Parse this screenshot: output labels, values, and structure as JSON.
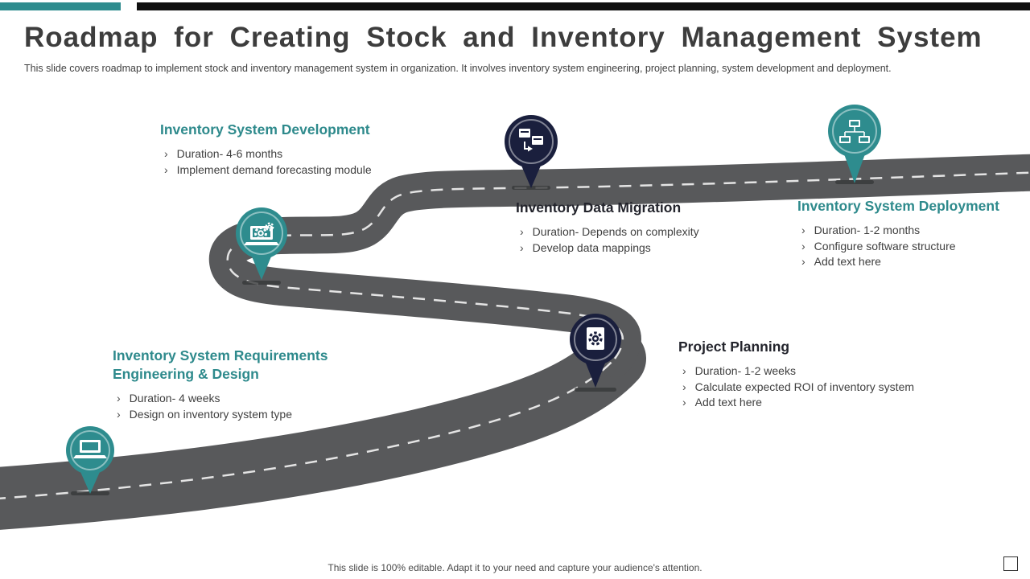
{
  "slide": {
    "title": "Roadmap for Creating Stock and Inventory Management System",
    "subtitle": "This slide covers roadmap to implement stock and inventory management system in organization. It involves inventory system engineering, project planning, system development and deployment.",
    "footer": "This slide is 100% editable. Adapt it to your need and capture your audience's attention."
  },
  "ui": {
    "bullet_marker": "›"
  },
  "colors": {
    "teal": "#2E8C8E",
    "navy": "#1A1F3D",
    "road_gray": "#58595B",
    "title_text": "#3D3D3D",
    "body_text": "#3F3F3F"
  },
  "milestones": [
    {
      "id": "requirements",
      "title_line1": "Inventory System Requirements",
      "title_line2": "Engineering & Design",
      "accent": "teal",
      "icon": "laptop-icon",
      "bullets": [
        "Duration- 4 weeks",
        "Design on inventory system type"
      ]
    },
    {
      "id": "development",
      "title": "Inventory System Development",
      "accent": "teal",
      "icon": "laptop-gears-icon",
      "bullets": [
        "Duration- 4-6 months",
        "Implement demand forecasting module"
      ]
    },
    {
      "id": "data-migration",
      "title": "Inventory Data Migration",
      "accent": "navy",
      "icon": "data-transfer-icon",
      "bullets": [
        "Duration- Depends on complexity",
        "Develop data mappings"
      ]
    },
    {
      "id": "project-planning",
      "title": "Project Planning",
      "accent": "navy",
      "icon": "document-gear-icon",
      "bullets": [
        "Duration- 1-2 weeks",
        "Calculate expected ROI of inventory system",
        "Add text here"
      ]
    },
    {
      "id": "deployment",
      "title": "Inventory System Deployment",
      "accent": "teal",
      "icon": "network-hierarchy-icon",
      "bullets": [
        "Duration- 1-2 months",
        "Configure software structure",
        "Add text here"
      ]
    }
  ]
}
